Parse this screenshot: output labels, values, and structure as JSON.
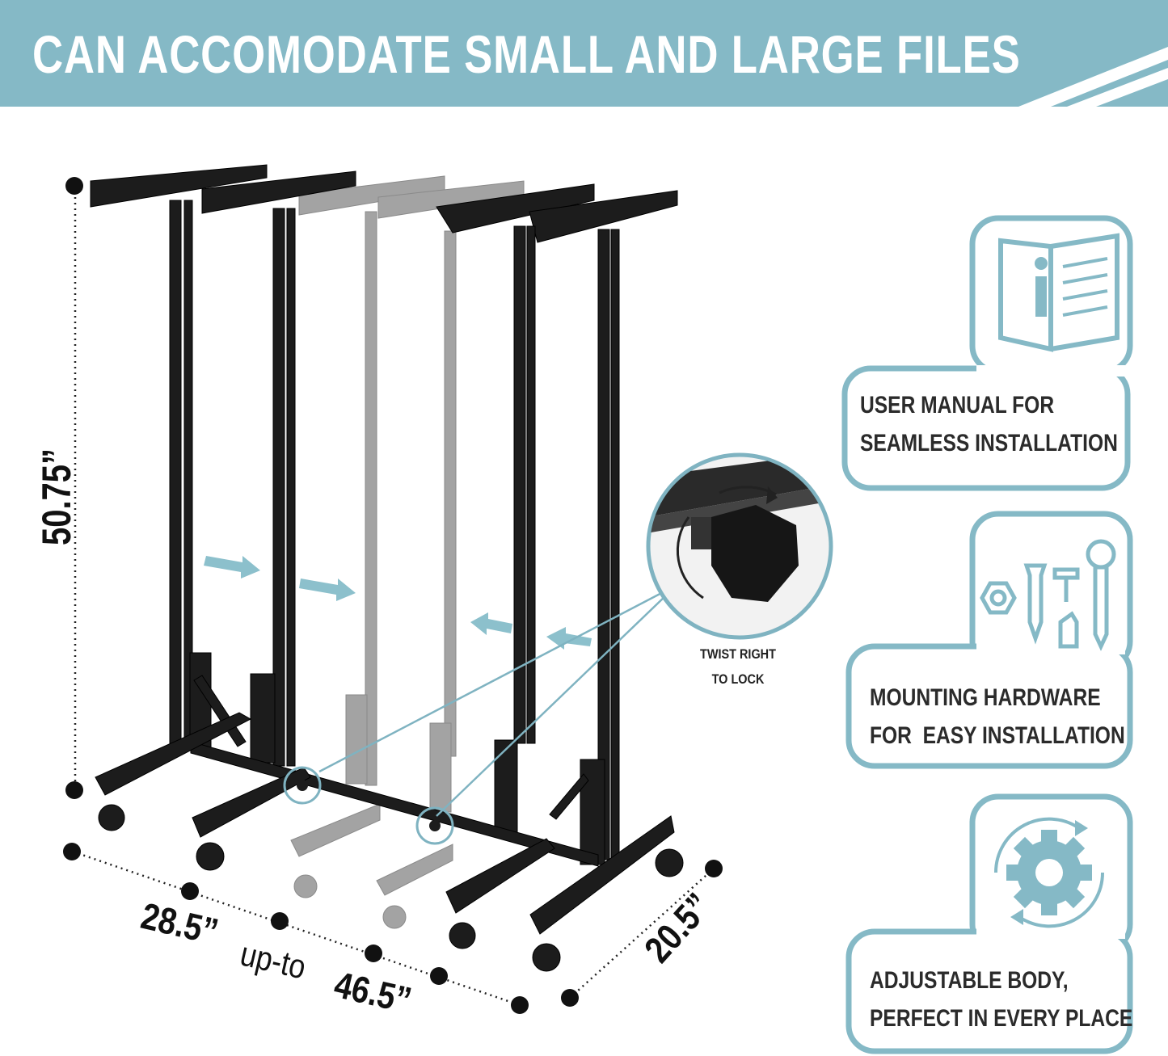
{
  "banner": {
    "title": "CAN ACCOMODATE SMALL AND LARGE FILES"
  },
  "dimensions": {
    "height": "50.75”",
    "width_min": "28.5”",
    "width_connector": "up-to",
    "width_max": "46.5”",
    "depth": "20.5”"
  },
  "callout": {
    "line1": "TWIST RIGHT",
    "line2": "TO LOCK"
  },
  "features": [
    {
      "icon": "user-manual-icon",
      "line1": "USER MANUAL FOR",
      "line2": "SEAMLESS INSTALLATION"
    },
    {
      "icon": "hardware-icon",
      "line1": "MOUNTING HARDWARE",
      "line2": "FOR  EASY INSTALLATION"
    },
    {
      "icon": "adjustable-gear-icon",
      "line1": "ADJUSTABLE BODY,",
      "line2": "PERFECT IN EVERY PLACE"
    }
  ],
  "colors": {
    "accent": "#85b9c6",
    "frame": "#1c1c1c",
    "ghost_frame": "#9a9a9a",
    "text": "#2b2b2b"
  }
}
